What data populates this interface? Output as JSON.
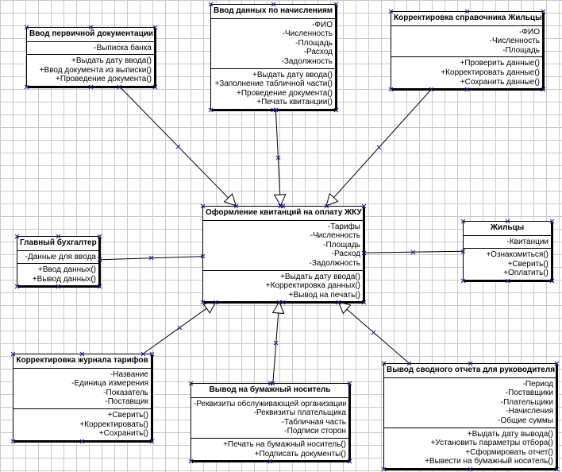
{
  "classes": {
    "vvod_perv": {
      "title": "Ввод первичной документации",
      "attributes": [
        "-Выписка банка"
      ],
      "methods": [
        "+Выдать дату ввода()",
        "+Ввод документа из выписки()",
        "+Проведение документа()"
      ]
    },
    "vvod_nach": {
      "title": "Ввод данных по начислениям",
      "attributes": [
        "-ФИО",
        "-Численность",
        "-Площадь",
        "-Расход",
        "-Задолжность"
      ],
      "methods": [
        "+Выдать дату ввода()",
        "+Заполнение табличной части()",
        "+Проведение документа()",
        "+Печать квитанции()"
      ]
    },
    "korr_sprav": {
      "title": "Корректировка справочника Жильцы",
      "attributes": [
        "-ФИО",
        "-Численность",
        "-Площадь"
      ],
      "methods": [
        "+Проверить данные()",
        "+Корректировать данные()",
        "+Сохранить данные()"
      ]
    },
    "oform": {
      "title": "Оформление квитанций на оплату ЖКУ",
      "attributes": [
        "-Тарифы",
        "-Численность",
        "-Площадь",
        "-Расход",
        "-Задолжность"
      ],
      "methods": [
        "+Выдать дату ввода()",
        "+Корректировка данных()",
        "+Вывод на печать()"
      ]
    },
    "glav_buh": {
      "title": "Главный бухгалтер",
      "attributes": [
        "-Данные для ввода"
      ],
      "methods": [
        "+Ввод данных()",
        "+Вывод данных()"
      ]
    },
    "zhiltsy": {
      "title": "Жильцы",
      "attributes": [
        "-Квитанции"
      ],
      "methods": [
        "+Ознакомиться()",
        "+Сверить()",
        "+Оплатить()"
      ]
    },
    "korr_tarif": {
      "title": "Корректировка журнала тарифов",
      "attributes": [
        "-Название",
        "-Единица измерения",
        "-Показатель",
        "-Поставщик"
      ],
      "methods": [
        "+Сверить()",
        "+Корректировать()",
        "+Сохранить()"
      ]
    },
    "vyvod_bum": {
      "title": "Вывод на бумажный носитель",
      "attributes": [
        "-Реквизиты обслуживающей организации",
        "-Реквизиты плательщика",
        "-Табличная часть",
        "-Подписи сторон"
      ],
      "methods": [
        "+Печать на бумажный носитель()",
        "+Подписать документы()"
      ]
    },
    "vyvod_svod": {
      "title": "Вывод сводного отчета для руководителя",
      "attributes": [
        "-Период",
        "-Поставщики",
        "-Плательщики",
        "-Начисления",
        "-Общие суммы"
      ],
      "methods": [
        "+Выдать дату вывода()",
        "+Установить параметры отбора()",
        "+Сформировать отчет()",
        "+Вывести на бумажный носитель()"
      ]
    }
  },
  "relations": [
    {
      "from": "vvod_perv",
      "to": "oform",
      "type": "generalization"
    },
    {
      "from": "vvod_nach",
      "to": "oform",
      "type": "generalization"
    },
    {
      "from": "korr_sprav",
      "to": "oform",
      "type": "generalization"
    },
    {
      "from": "korr_tarif",
      "to": "oform",
      "type": "generalization"
    },
    {
      "from": "vyvod_bum",
      "to": "oform",
      "type": "generalization"
    },
    {
      "from": "vyvod_svod",
      "to": "oform",
      "type": "generalization"
    },
    {
      "from": "glav_buh",
      "to": "oform",
      "type": "association"
    },
    {
      "from": "zhiltsy",
      "to": "oform",
      "type": "association"
    }
  ]
}
